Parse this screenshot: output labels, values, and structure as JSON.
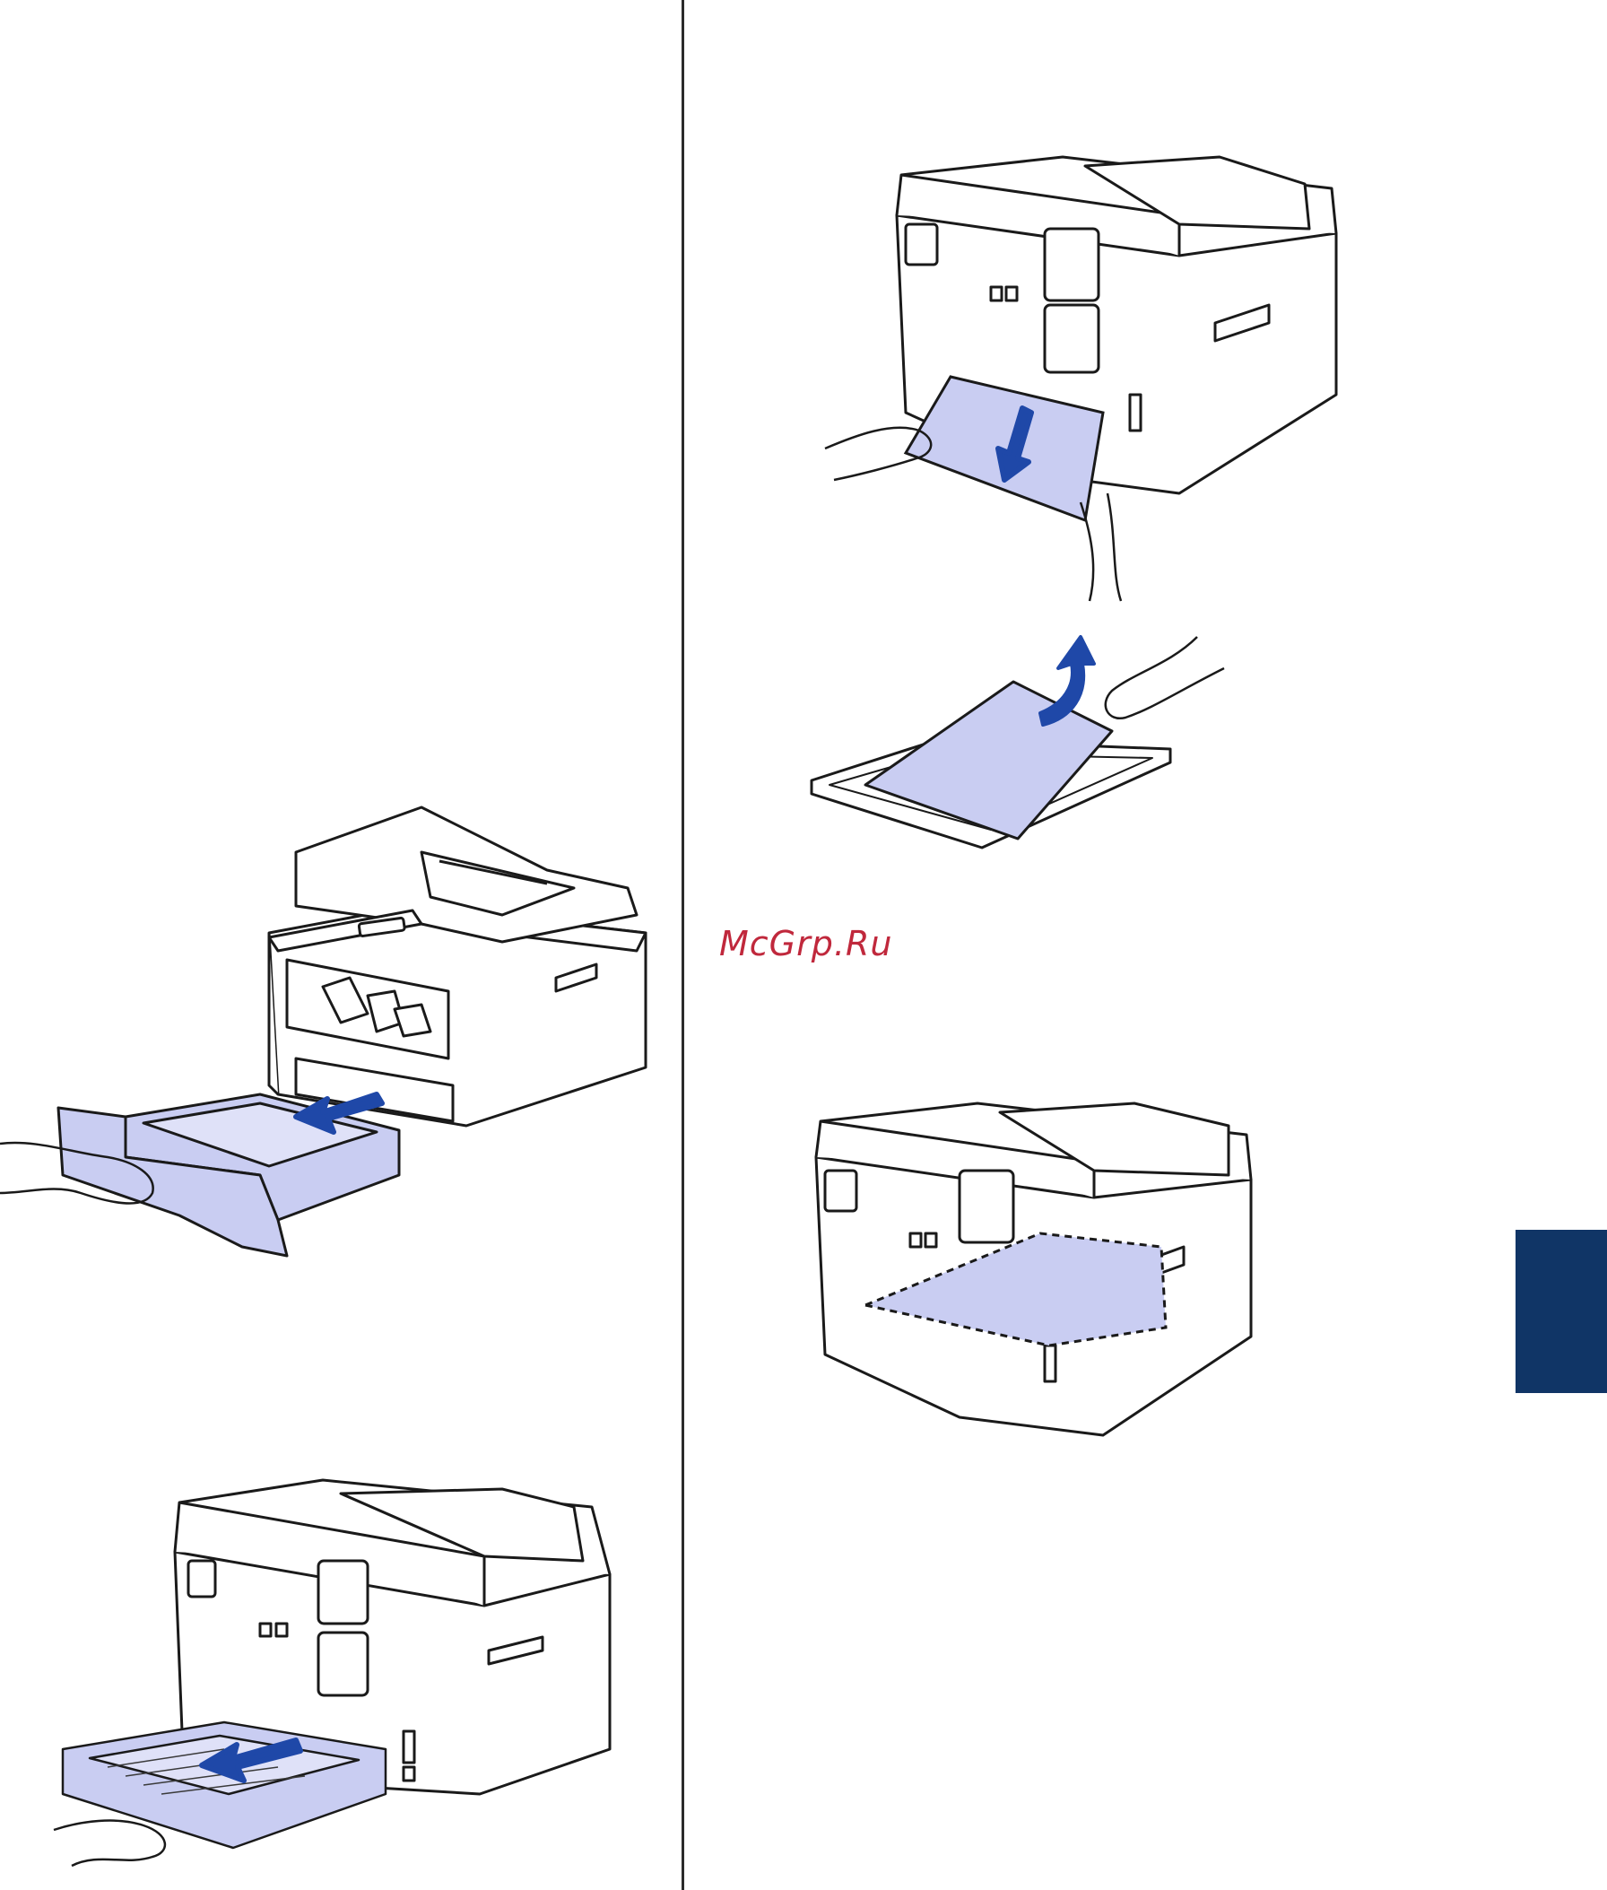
{
  "document": {
    "watermark_text": "McGrp.Ru",
    "side_tab_color": "#103566",
    "illustration_accent": "#c9cdf2",
    "arrow_color": "#1f48a8"
  },
  "illustrations": [
    {
      "name": "pull-out-paper-tray",
      "arrow": "arrow-left"
    },
    {
      "name": "pull-out-duplex-tray",
      "arrow": "arrow-left"
    },
    {
      "name": "pull-jammed-paper-from-back",
      "arrow": "arrow-down"
    },
    {
      "name": "remove-paper-from-duplex-tray",
      "arrow": "arrow-up"
    },
    {
      "name": "paper-jam-area-inside-machine",
      "arrow": "none"
    }
  ]
}
